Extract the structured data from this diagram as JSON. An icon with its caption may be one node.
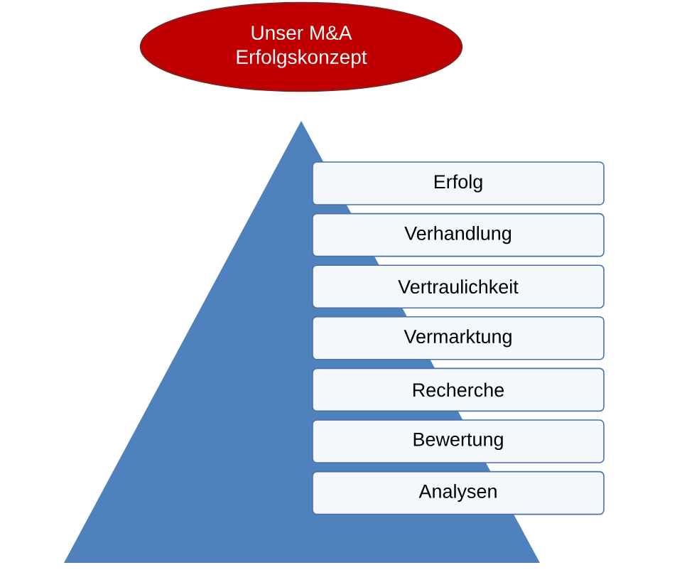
{
  "diagram": {
    "nodes": [
      {
        "text": [
          "Unser M&A Erfolgskonzept"
        ]
      },
      {
        "text": [
          "Erfolg"
        ]
      },
      {
        "text": [
          "Verhandlung"
        ]
      },
      {
        "text": [
          "Vertraulichkeit"
        ]
      },
      {
        "text": [
          "Vermarktung"
        ]
      },
      {
        "text": [
          "Recherche"
        ]
      },
      {
        "text": [
          "Bewertung"
        ]
      },
      {
        "text": [
          "Analysen"
        ]
      }
    ]
  }
}
